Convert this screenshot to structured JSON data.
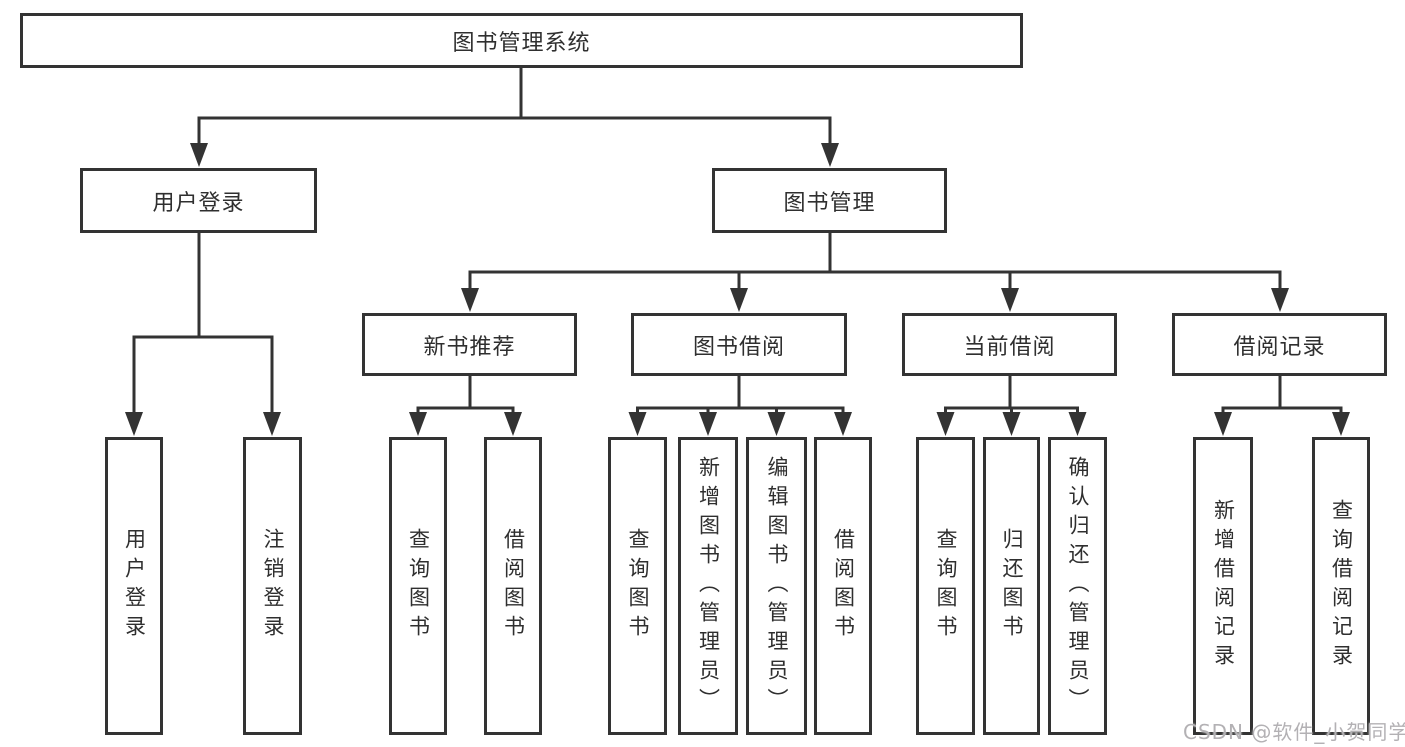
{
  "colors": {
    "line": "#333333",
    "box_border": "#333333",
    "text": "#2f2f2f",
    "watermark": "#b3b1b4",
    "background": "#ffffff"
  },
  "watermark": "CSDN @软件_小贺同学",
  "tree": {
    "root": {
      "label": "图书管理系统",
      "children": [
        {
          "label": "用户登录",
          "children": [
            {
              "label": "用户登录"
            },
            {
              "label": "注销登录"
            }
          ]
        },
        {
          "label": "图书管理",
          "children": [
            {
              "label": "新书推荐",
              "children": [
                {
                  "label": "查询图书"
                },
                {
                  "label": "借阅图书"
                }
              ]
            },
            {
              "label": "图书借阅",
              "children": [
                {
                  "label": "查询图书"
                },
                {
                  "label": "新增图书（管理员）"
                },
                {
                  "label": "编辑图书（管理员）"
                },
                {
                  "label": "借阅图书"
                }
              ]
            },
            {
              "label": "当前借阅",
              "children": [
                {
                  "label": "查询图书"
                },
                {
                  "label": "归还图书"
                },
                {
                  "label": "确认归还（管理员）"
                }
              ]
            },
            {
              "label": "借阅记录",
              "children": [
                {
                  "label": "新增借阅记录"
                },
                {
                  "label": "查询借阅记录"
                }
              ]
            }
          ]
        }
      ]
    }
  }
}
